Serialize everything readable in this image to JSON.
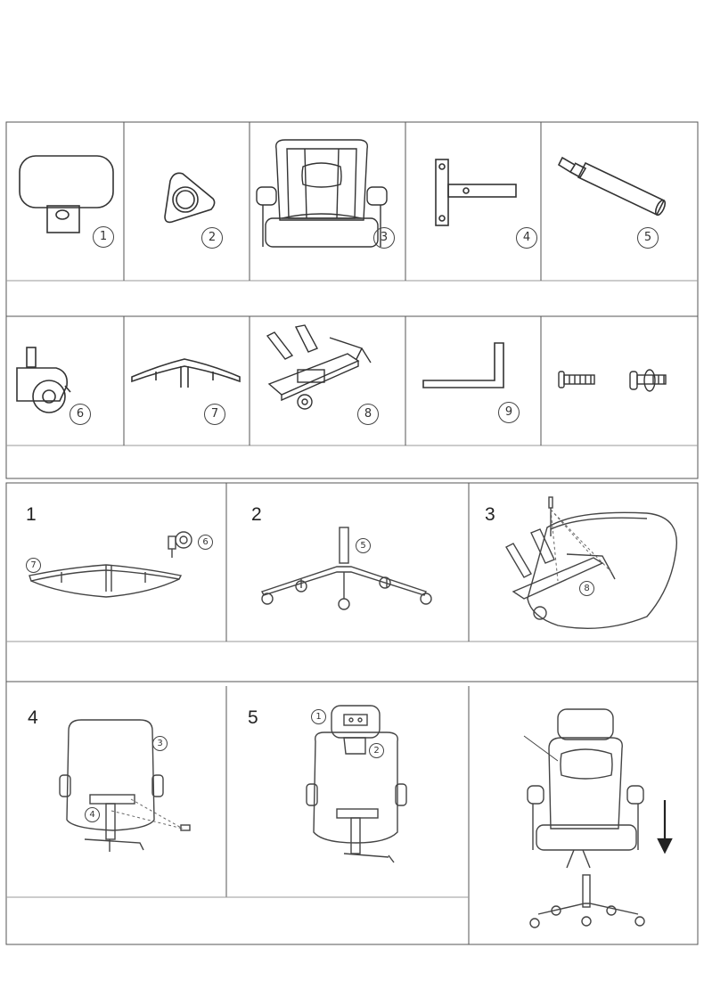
{
  "parts": [
    {
      "id": "part-1",
      "name": "headrest",
      "label": "1"
    },
    {
      "id": "part-2",
      "name": "headrest-connector",
      "label": "2"
    },
    {
      "id": "part-3",
      "name": "backrest-seat",
      "label": "3"
    },
    {
      "id": "part-4",
      "name": "back-bracket",
      "label": "4"
    },
    {
      "id": "part-5",
      "name": "gas-lift",
      "label": "5"
    },
    {
      "id": "part-6",
      "name": "caster",
      "label": "6"
    },
    {
      "id": "part-7",
      "name": "base",
      "label": "7"
    },
    {
      "id": "part-8",
      "name": "tilt-mechanism",
      "label": "8"
    },
    {
      "id": "part-9",
      "name": "allen-key",
      "label": "9"
    },
    {
      "id": "part-10",
      "name": "screws",
      "label": ""
    }
  ],
  "steps": [
    {
      "id": "step-1",
      "label": "1",
      "callouts": [
        "6",
        "7"
      ]
    },
    {
      "id": "step-2",
      "label": "2",
      "callouts": [
        "5"
      ]
    },
    {
      "id": "step-3",
      "label": "3",
      "callouts": [
        "8"
      ]
    },
    {
      "id": "step-4",
      "label": "4",
      "callouts": [
        "3",
        "4"
      ]
    },
    {
      "id": "step-5",
      "label": "5",
      "callouts": [
        "1",
        "2"
      ]
    },
    {
      "id": "step-6",
      "label": "",
      "callouts": []
    }
  ],
  "icons": [
    "down-arrow-icon"
  ]
}
